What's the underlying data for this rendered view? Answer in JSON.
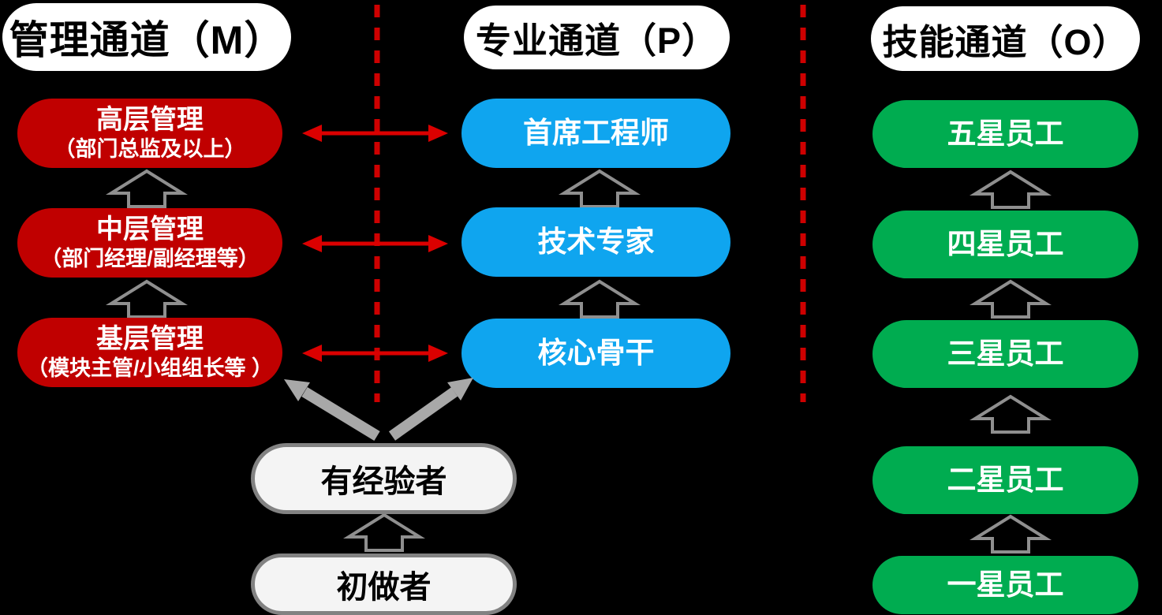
{
  "channels": [
    {
      "code": "M",
      "header": "管理通道（M）",
      "accent_color": "#C00000",
      "levels": [
        {
          "title": "高层管理",
          "subtitle": "（部门总监及以上）"
        },
        {
          "title": "中层管理",
          "subtitle": "（部门经理/副经理等）"
        },
        {
          "title": "基层管理",
          "subtitle": "（模块主管/小组组长等 ）"
        }
      ]
    },
    {
      "code": "P",
      "header": "专业通道（P）",
      "accent_color": "#0FA5EF",
      "levels": [
        {
          "title": "首席工程师"
        },
        {
          "title": "技术专家"
        },
        {
          "title": "核心骨干"
        }
      ]
    },
    {
      "code": "O",
      "header": "技能通道（O）",
      "accent_color": "#00AC50",
      "levels": [
        {
          "title": "五星员工"
        },
        {
          "title": "四星员工"
        },
        {
          "title": "三星员工"
        },
        {
          "title": "二星员工"
        },
        {
          "title": "一星员工"
        }
      ]
    }
  ],
  "entry_levels": [
    {
      "title": "有经验者"
    },
    {
      "title": "初做者"
    }
  ],
  "colors": {
    "background": "#000000",
    "header_bg": "#FFFFFF",
    "double_arrow_red": "#DB0000",
    "dashed_divider_red": "#CE0000",
    "promotion_arrow_gray": "#A8A8A8",
    "hollow_arrow_outline": "#8F8F8F",
    "entry_bg": "#F4F4F4",
    "entry_border": "#828282"
  }
}
